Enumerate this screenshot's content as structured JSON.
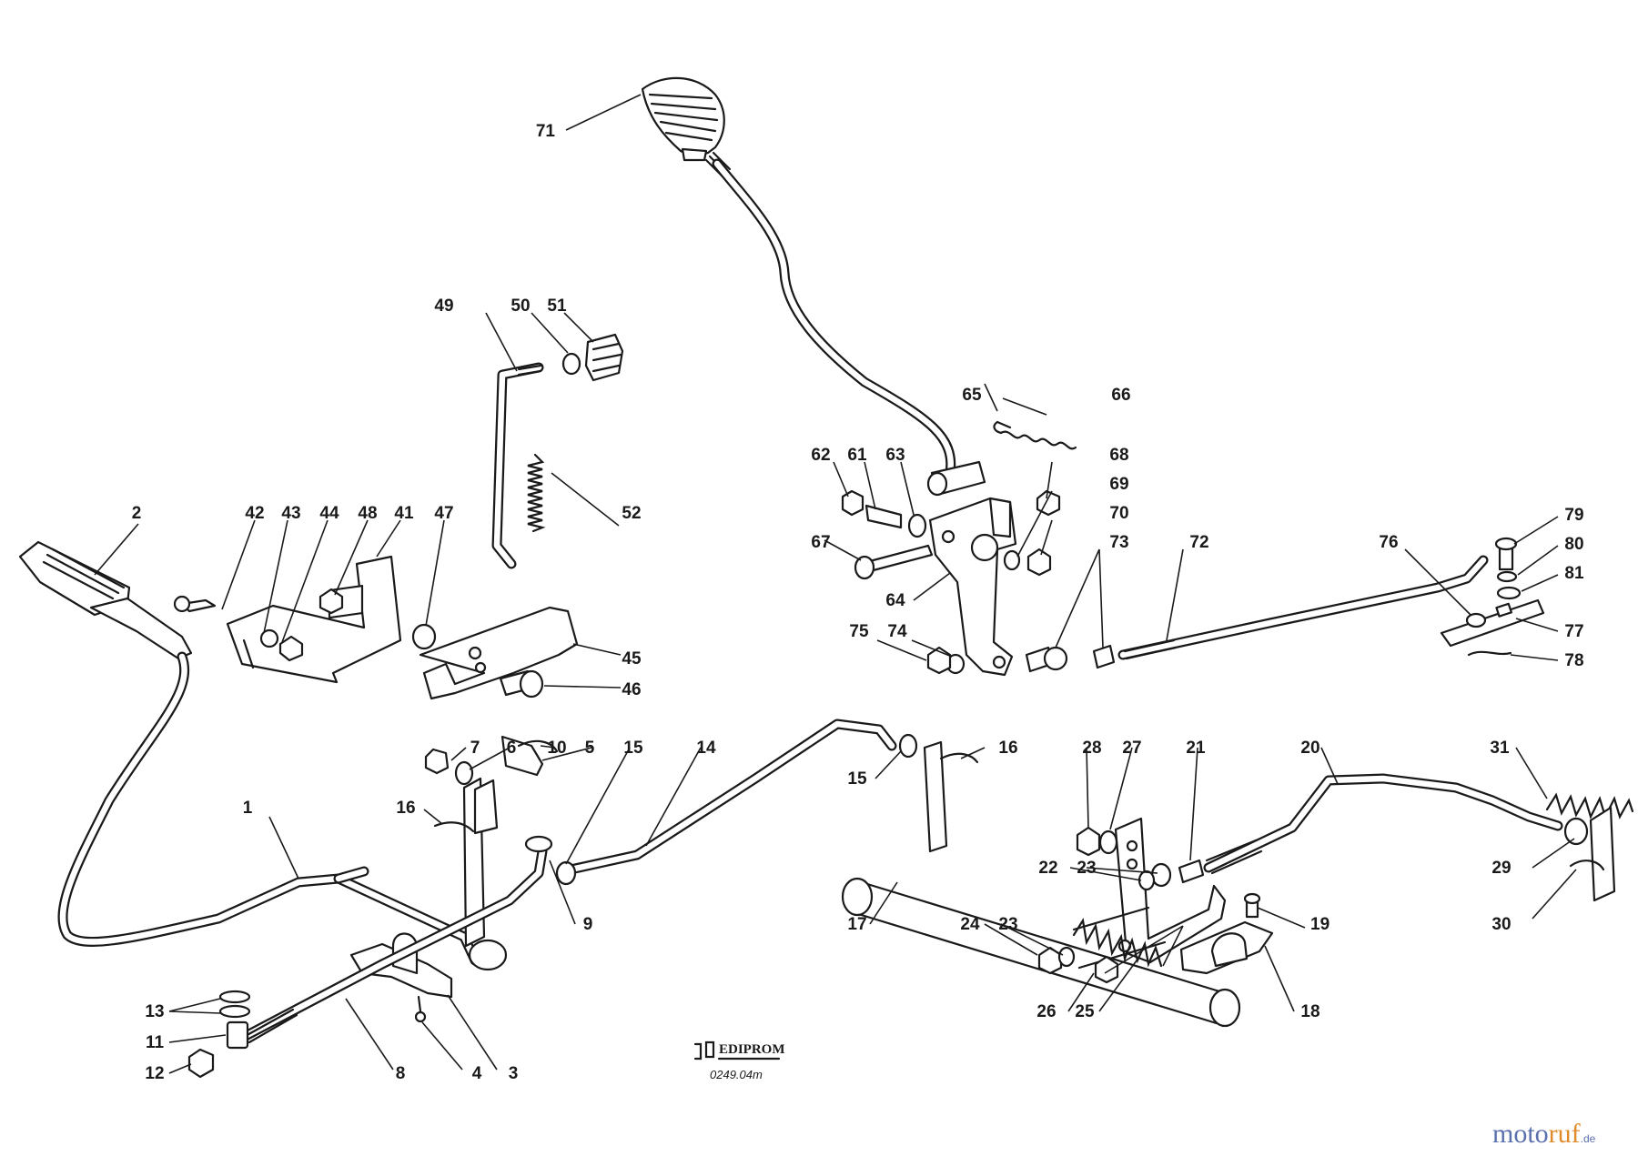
{
  "labels": {
    "p1": "1",
    "p2": "2",
    "p3": "3",
    "p4": "4",
    "p5": "5",
    "p6": "6",
    "p7": "7",
    "p8": "8",
    "p9": "9",
    "p10": "10",
    "p11": "11",
    "p12": "12",
    "p13": "13",
    "p14": "14",
    "p15": "15",
    "p16": "16",
    "p17": "17",
    "p18": "18",
    "p19": "19",
    "p20": "20",
    "p21": "21",
    "p22": "22",
    "p23": "23",
    "p24": "24",
    "p25": "25",
    "p26": "26",
    "p27": "27",
    "p28": "28",
    "p29": "29",
    "p30": "30",
    "p31": "31",
    "p41": "41",
    "p42": "42",
    "p43": "43",
    "p44": "44",
    "p45": "45",
    "p46": "46",
    "p47": "47",
    "p48": "48",
    "p49": "49",
    "p50": "50",
    "p51": "51",
    "p52": "52",
    "p61": "61",
    "p62": "62",
    "p63": "63",
    "p64": "64",
    "p65": "65",
    "p66": "66",
    "p67": "67",
    "p68": "68",
    "p69": "69",
    "p70": "70",
    "p71": "71",
    "p72": "72",
    "p73": "73",
    "p74": "74",
    "p75": "75",
    "p76": "76",
    "p77": "77",
    "p78": "78",
    "p79": "79",
    "p80": "80",
    "p81": "81"
  },
  "publisher": {
    "name": "EDIPROM",
    "code": "0249.04m"
  },
  "watermark": {
    "part_a": "moto",
    "part_b": "ruf",
    "suffix": ".de",
    "color_primary": "#5a6fae",
    "color_accent": "#e08a2a"
  }
}
